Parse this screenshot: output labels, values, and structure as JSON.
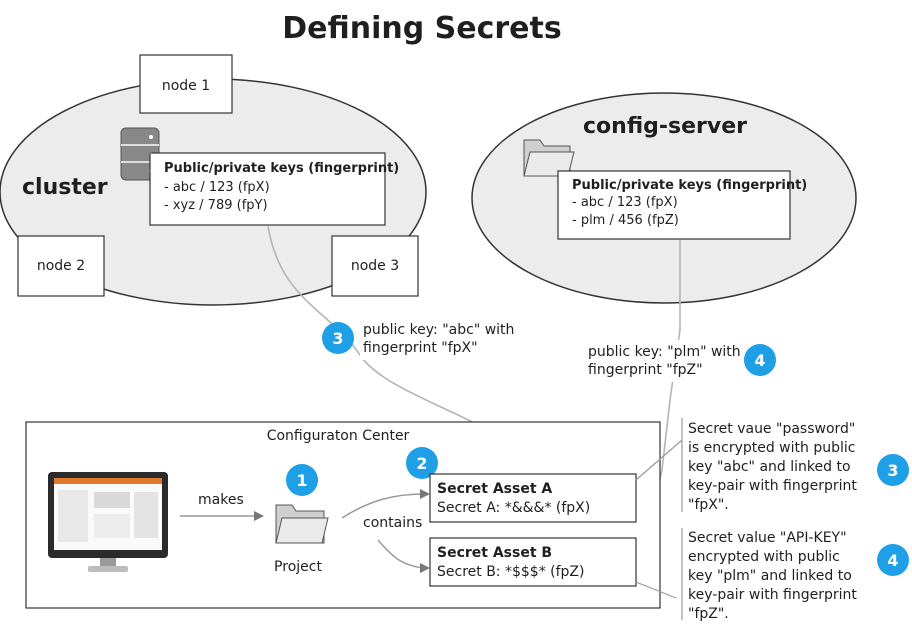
{
  "title": "Defining Secrets",
  "cluster": {
    "label": "cluster",
    "nodes": [
      "node 1",
      "node 2",
      "node 3"
    ],
    "keys_heading": "Public/private keys (fingerprint)",
    "keys": [
      "-    abc / 123 (fpX)",
      "-    xyz / 789 (fpY)"
    ]
  },
  "config_server": {
    "label": "config-server",
    "keys_heading": "Public/private keys (fingerprint)",
    "keys": [
      "-    abc / 123 (fpX)",
      "-    plm / 456 (fpZ)"
    ]
  },
  "callouts": {
    "c3_line1": "public key: \"abc\" with",
    "c3_line2": "fingerprint \"fpX\"",
    "c4_line1": "public key: \"plm\" with",
    "c4_line2": "fingerprint \"fpZ\""
  },
  "config_center": {
    "label": "Configuraton Center",
    "makes": "makes",
    "contains": "contains",
    "project": "Project",
    "asset_a_title": "Secret Asset A",
    "asset_a_line": "Secret A: *&&&* (fpX)",
    "asset_b_title": "Secret Asset B",
    "asset_b_line": "Secret B: *$$$* (fpZ)"
  },
  "notes": {
    "note3": [
      "Secret vaue \"password\"",
      "is encrypted with public",
      "key \"abc\" and linked to",
      "key-pair with fingerprint",
      "\"fpX\"."
    ],
    "note4": [
      "Secret value \"API-KEY\"",
      "encrypted with public",
      "key \"plm\" and linked to",
      "key-pair with fingerprint",
      "\"fpZ\"."
    ]
  },
  "badges": [
    "1",
    "2",
    "3",
    "4",
    "3",
    "4"
  ],
  "colors": {
    "badge": "#1f9fe6",
    "ellipse_fill": "#ececec",
    "stroke": "#333333"
  }
}
